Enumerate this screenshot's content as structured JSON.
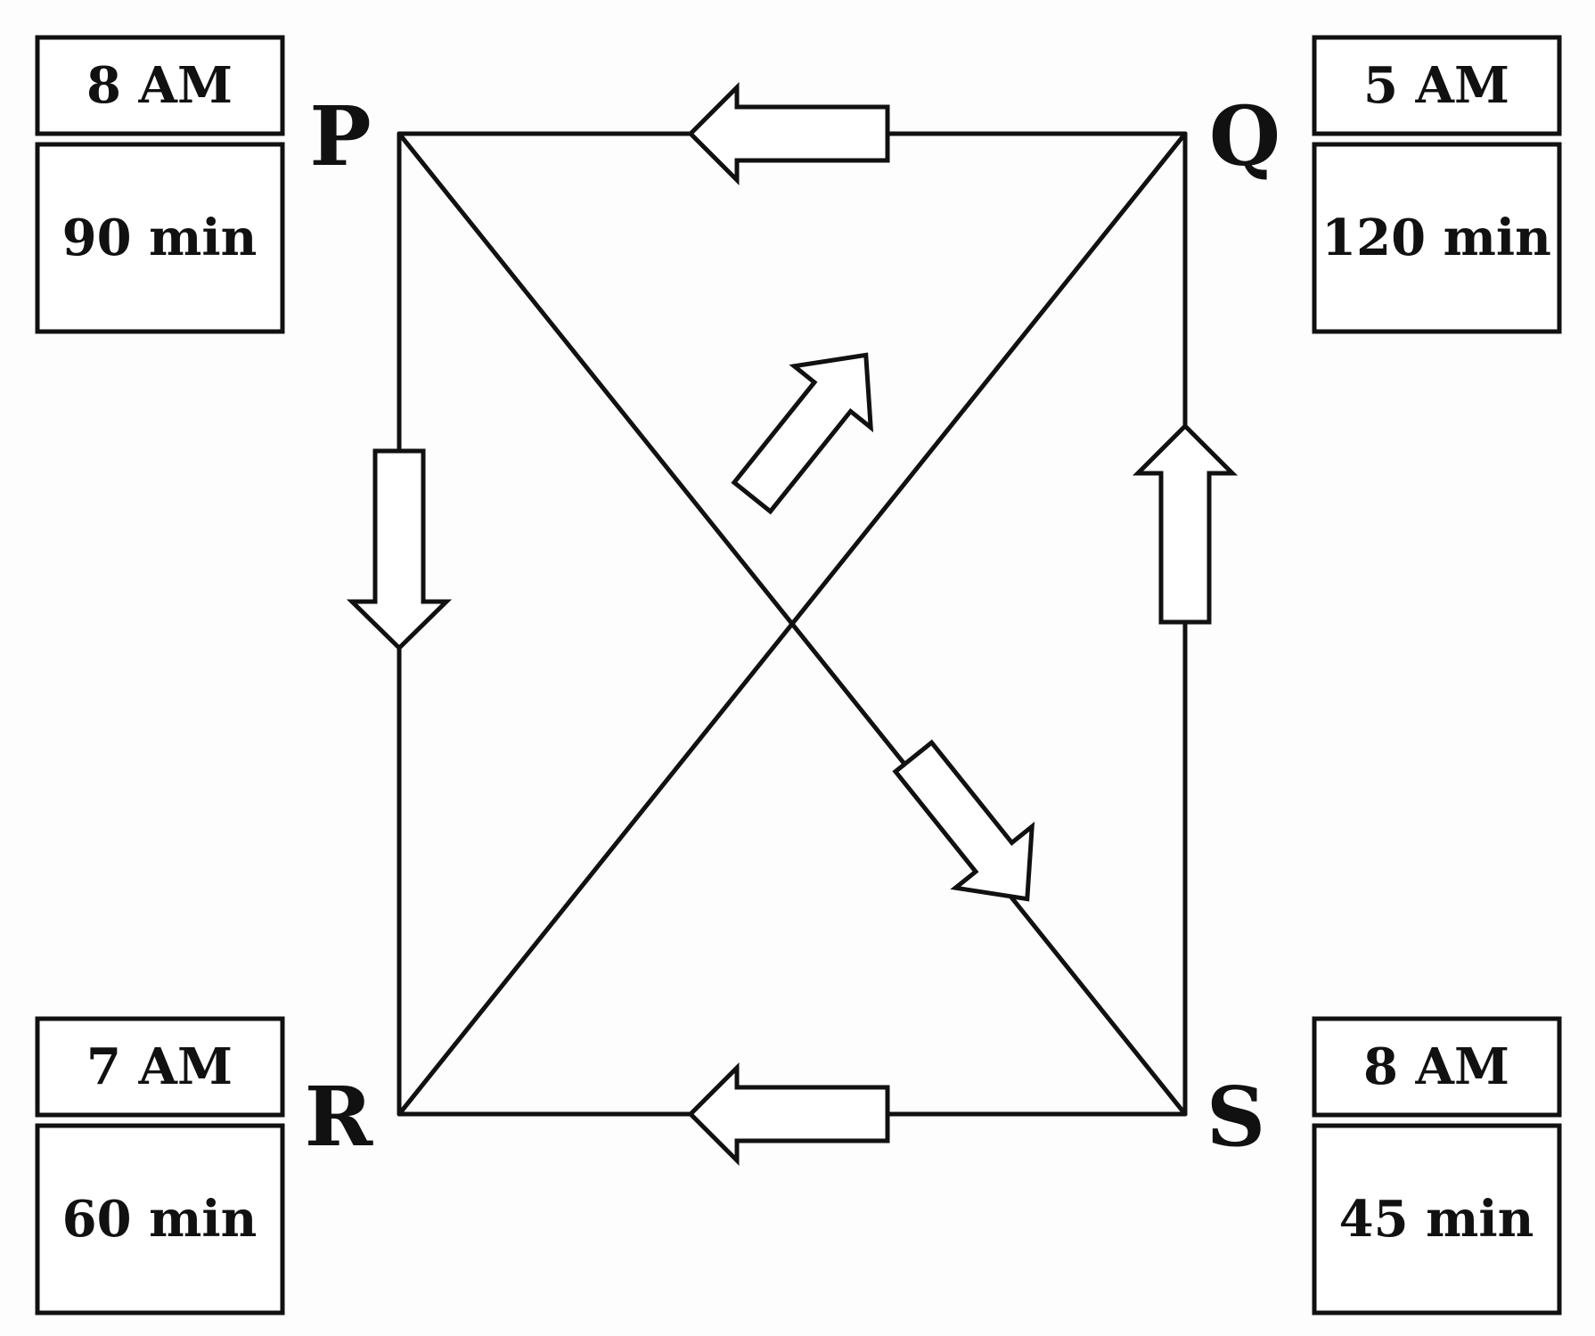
{
  "nodes": {
    "P": {
      "label": "P",
      "time": "8 AM",
      "duration": "90 min"
    },
    "Q": {
      "label": "Q",
      "time": "5 AM",
      "duration": "120 min"
    },
    "R": {
      "label": "R",
      "time": "7 AM",
      "duration": "60 min"
    },
    "S": {
      "label": "S",
      "time": "8 AM",
      "duration": "45 min"
    }
  },
  "edges": [
    {
      "from": "Q",
      "to": "P"
    },
    {
      "from": "P",
      "to": "R"
    },
    {
      "from": "S",
      "to": "Q"
    },
    {
      "from": "S",
      "to": "R"
    },
    {
      "from": "P",
      "to": "S"
    },
    {
      "from": "R",
      "to": "Q"
    }
  ]
}
